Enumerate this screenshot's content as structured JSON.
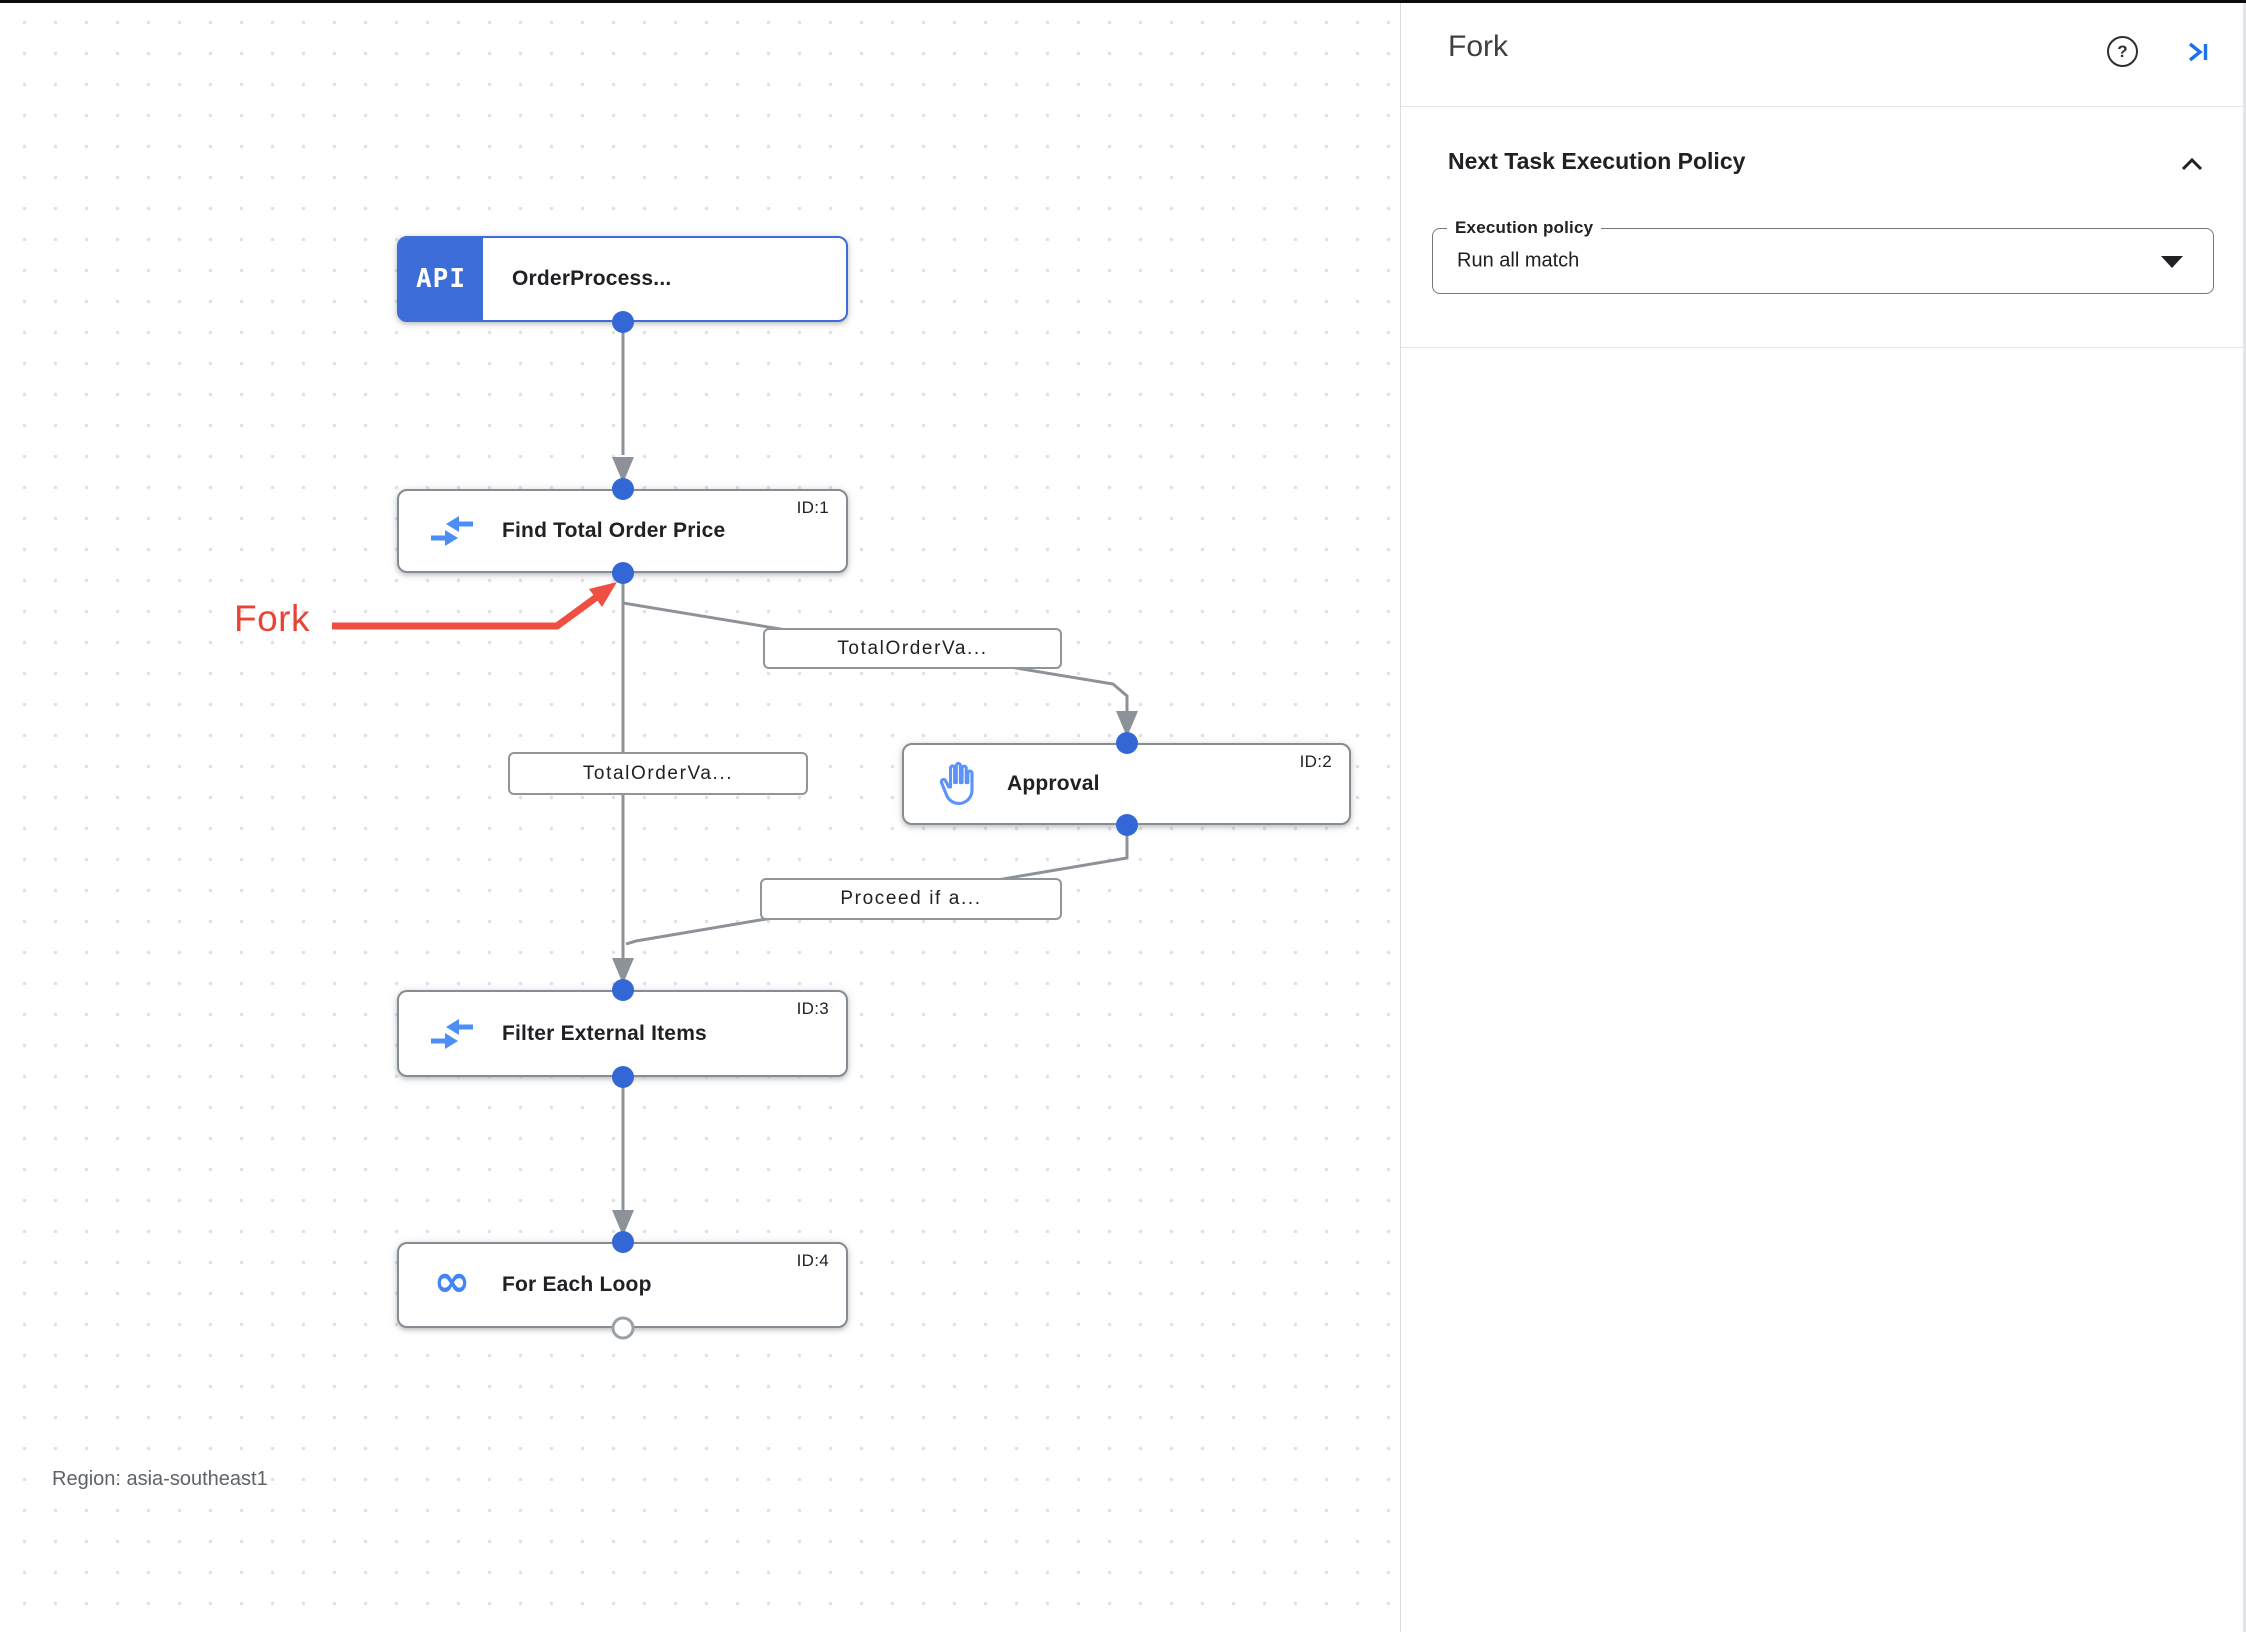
{
  "canvas": {
    "region_label": "Region: asia-southeast1",
    "annotation": {
      "label": "Fork",
      "color": "#e94335"
    },
    "nodes": [
      {
        "badge": "API",
        "title": "OrderProcess...",
        "id_label": ""
      },
      {
        "title": "Find Total Order Price",
        "id_label": "ID:1"
      },
      {
        "title": "Approval",
        "id_label": "ID:2"
      },
      {
        "title": "Filter External Items",
        "id_label": "ID:3"
      },
      {
        "title": "For Each Loop",
        "id_label": "ID:4"
      }
    ],
    "edge_labels": [
      {
        "text": "TotalOrderVa..."
      },
      {
        "text": "TotalOrderVa..."
      },
      {
        "text": "Proceed if a..."
      }
    ]
  },
  "panel": {
    "title": "Fork",
    "section_heading": "Next Task Execution Policy",
    "field": {
      "label": "Execution policy",
      "value": "Run all match"
    }
  },
  "colors": {
    "node_accent_blue": "#3d6dd8",
    "icon_blue": "#4285f4",
    "connector_dot_blue": "#3367d6",
    "line_gray": "#8d9298",
    "annotation_red": "#e94335",
    "panel_action_blue": "#1a73e8"
  }
}
